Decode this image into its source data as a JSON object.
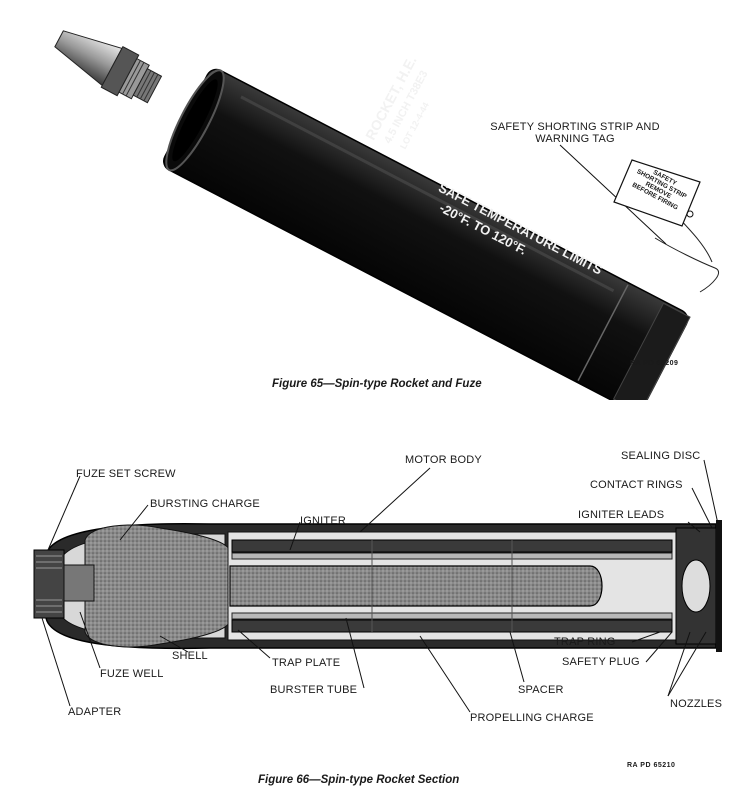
{
  "figure65": {
    "caption": "Figure 65—Spin-type Rocket and Fuze",
    "ra_code": "RA PD 65209",
    "label_safety_strip": "SAFETY SHORTING STRIP AND WARNING TAG",
    "tag_lines": [
      "SAFETY",
      "SHORTING STRIP",
      "REMOVE",
      "BEFORE FIRING"
    ],
    "body_markings": [
      "ROCKET, H.E.",
      "4.5 INCH T38E3",
      "LOT 12-4-44"
    ],
    "body_warning_line1": "SAFE TEMPERATURE LIMITS",
    "body_warning_line2": "-20°F. TO 120°F."
  },
  "figure66": {
    "caption": "Figure 66—Spin-type Rocket Section",
    "ra_code": "RA PD 65210",
    "labels": {
      "fuze_set_screw": "FUZE SET SCREW",
      "bursting_charge": "BURSTING CHARGE",
      "igniter": "IGNITER",
      "motor_body": "MOTOR BODY",
      "sealing_disc": "SEALING DISC",
      "contact_rings": "CONTACT RINGS",
      "igniter_leads": "IGNITER LEADS",
      "trap_ring": "TRAP RING",
      "safety_plug": "SAFETY PLUG",
      "nozzles": "NOZZLES",
      "shell": "SHELL",
      "fuze_well": "FUZE WELL",
      "trap_plate": "TRAP PLATE",
      "burster_tube": "BURSTER TUBE",
      "spacer": "SPACER",
      "propelling_charge": "PROPELLING CHARGE",
      "adapter": "ADAPTER"
    }
  }
}
